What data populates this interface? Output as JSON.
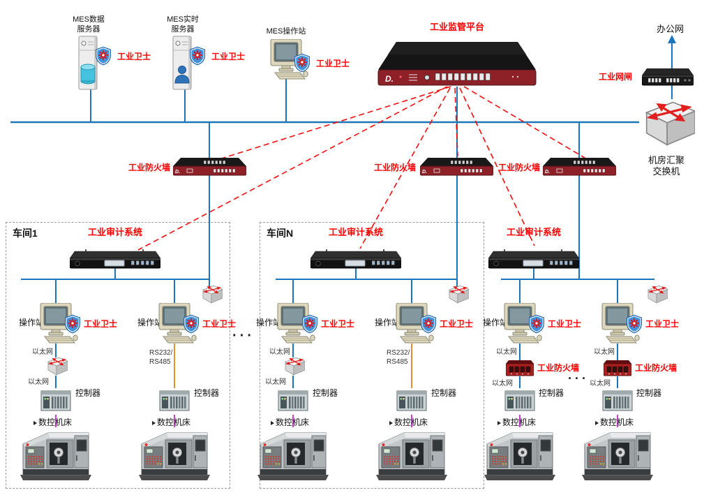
{
  "colors": {
    "bus_line": "#1b75bb",
    "alert_red": "#ff0000",
    "serial_line": "#e2902f",
    "cnc_line": "#cc3fcc",
    "appliance_red": "#8e2028"
  },
  "top": {
    "mes_data_server": "MES数据\n服务器",
    "mes_realtime_server": "MES实时\n服务器",
    "mes_operator_station": "MES操作站",
    "platform": "工业监管平台",
    "office_network": "办公网",
    "gatekeeper": "工业网闸",
    "aggregation_switch": "机房汇聚\n交换机"
  },
  "labels": {
    "guard": "工业卫士",
    "firewall": "工业防火墙",
    "audit": "工业审计系统",
    "station": "操作站",
    "ethernet": "以太网",
    "serial": "RS232/\nRS485",
    "controller": "控制器",
    "cnc": "数控机床",
    "ellipsis": "···"
  },
  "workshops": [
    {
      "name": "车间1"
    },
    {
      "name": "车间N"
    }
  ]
}
